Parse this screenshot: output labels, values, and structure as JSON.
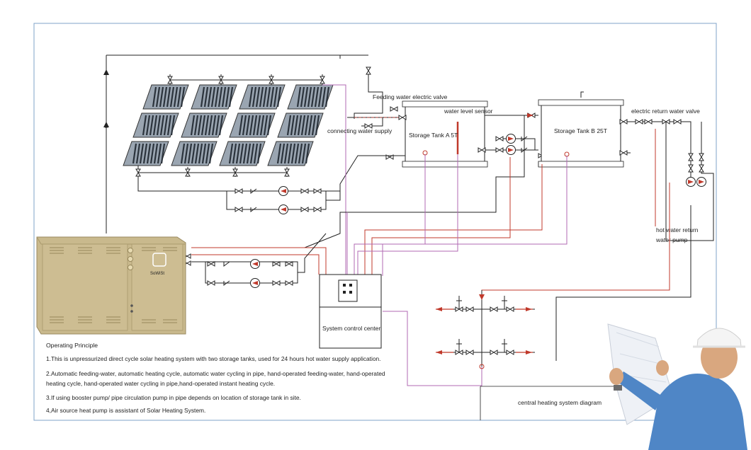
{
  "labels": {
    "feeding_valve": "Feeding water electric valve",
    "water_level_sensor": "water level sensor",
    "connecting_water_supply": "connecting water supply",
    "tank_a": "Storage Tank A 5T",
    "tank_b": "Storage Tank B 25T",
    "electric_return_valve": "electric return water valve",
    "hot_water_return_line1": "hot water return",
    "hot_water_return_line2": "water pump",
    "control_center": "System control center",
    "central_heating": "central heating system diagram",
    "heat_pump_brand": "SoWiSt"
  },
  "principles": {
    "title": "Operating Principle",
    "items": [
      "1.This is unpressurized direct cycle solar heating system with two storage tanks, used for 24 hours hot water supply application.",
      "2.Automatic feeding-water, automatic heating cycle, automatic water cycling in pipe, hand-operated feeding-water, hand-operated heating cycle, hand-operated water cycling in pipe,hand-operated instant heating cycle.",
      "3.If using booster pump/ pipe circulation pump in pipe depends on location of storage tank in site.",
      "4,Air source heat pump is assistant of Solar Heating System."
    ]
  },
  "colors": {
    "pipe_black": "#222222",
    "pipe_red": "#c0392b",
    "pipe_pink": "#b06ab3",
    "frame": "#7fa3c9",
    "heat_pump": "#c9b98d",
    "shirt": "#4f86c6",
    "helmet": "#f4f4f4"
  }
}
